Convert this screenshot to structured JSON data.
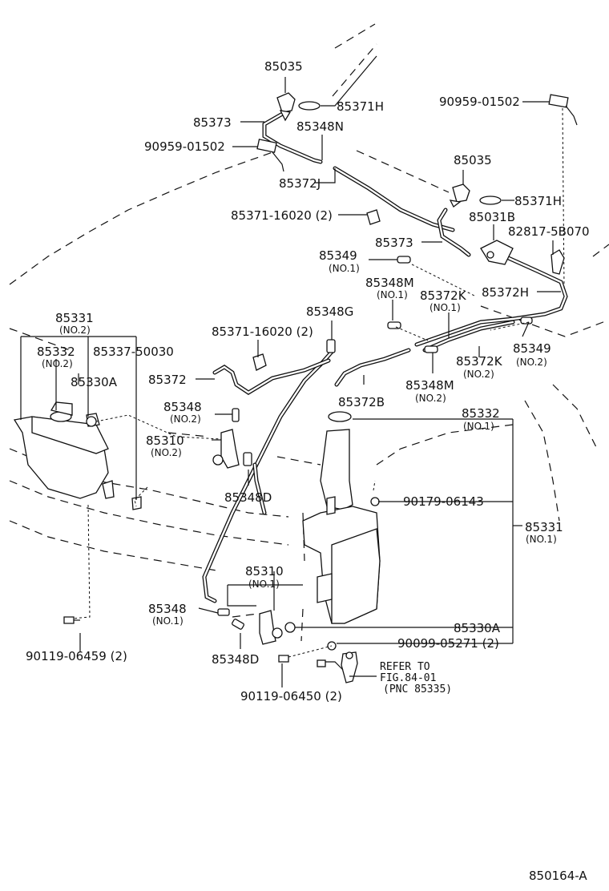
{
  "parts": [
    {
      "id": "p1",
      "number": "85035",
      "sub": ""
    },
    {
      "id": "p2",
      "number": "85371H",
      "sub": ""
    },
    {
      "id": "p3",
      "number": "85373",
      "sub": ""
    },
    {
      "id": "p4",
      "number": "85348N",
      "sub": ""
    },
    {
      "id": "p5",
      "number": "90959-01502",
      "sub": ""
    },
    {
      "id": "p6",
      "number": "90959-01502",
      "sub": ""
    },
    {
      "id": "p7",
      "number": "85372J",
      "sub": ""
    },
    {
      "id": "p8",
      "number": "85035",
      "sub": ""
    },
    {
      "id": "p9",
      "number": "85371H",
      "sub": ""
    },
    {
      "id": "p10",
      "number": "85371-16020 (2)",
      "sub": ""
    },
    {
      "id": "p11",
      "number": "85031B",
      "sub": ""
    },
    {
      "id": "p12",
      "number": "82817-5B070",
      "sub": ""
    },
    {
      "id": "p13",
      "number": "85373",
      "sub": ""
    },
    {
      "id": "p14",
      "number": "85349",
      "sub": "(NO.1)"
    },
    {
      "id": "p15",
      "number": "85348M",
      "sub": "(NO.1)"
    },
    {
      "id": "p16",
      "number": "85372K",
      "sub": "(NO.1)"
    },
    {
      "id": "p17",
      "number": "85372H",
      "sub": ""
    },
    {
      "id": "p18",
      "number": "85348G",
      "sub": ""
    },
    {
      "id": "p19",
      "number": "85371-16020 (2)",
      "sub": ""
    },
    {
      "id": "p20",
      "number": "85331",
      "sub": "(NO.2)"
    },
    {
      "id": "p21",
      "number": "85332",
      "sub": "(NO.2)"
    },
    {
      "id": "p22",
      "number": "85337-50030",
      "sub": ""
    },
    {
      "id": "p23",
      "number": "85330A",
      "sub": ""
    },
    {
      "id": "p24",
      "number": "85372",
      "sub": ""
    },
    {
      "id": "p25",
      "number": "85372K",
      "sub": "(NO.2)"
    },
    {
      "id": "p26",
      "number": "85349",
      "sub": "(NO.2)"
    },
    {
      "id": "p27",
      "number": "85348M",
      "sub": "(NO.2)"
    },
    {
      "id": "p28",
      "number": "85372B",
      "sub": ""
    },
    {
      "id": "p29",
      "number": "85348",
      "sub": "(NO.2)"
    },
    {
      "id": "p30",
      "number": "85332",
      "sub": "(NO.1)"
    },
    {
      "id": "p31",
      "number": "85310",
      "sub": "(NO.2)"
    },
    {
      "id": "p32",
      "number": "85348D",
      "sub": ""
    },
    {
      "id": "p33",
      "number": "90179-06143",
      "sub": ""
    },
    {
      "id": "p34",
      "number": "85331",
      "sub": "(NO.1)"
    },
    {
      "id": "p35",
      "number": "85310",
      "sub": "(NO.1)"
    },
    {
      "id": "p36",
      "number": "85348",
      "sub": "(NO.1)"
    },
    {
      "id": "p37",
      "number": "85330A",
      "sub": ""
    },
    {
      "id": "p38",
      "number": "90099-05271 (2)",
      "sub": ""
    },
    {
      "id": "p39",
      "number": "85348D",
      "sub": ""
    },
    {
      "id": "p40",
      "number": "90119-06459 (2)",
      "sub": ""
    },
    {
      "id": "p41",
      "number": "90119-06450 (2)",
      "sub": ""
    }
  ],
  "refer_note": {
    "line1": "REFER TO",
    "line2": "FIG.84-01",
    "line3": "(PNC 85335)"
  },
  "figure_id": "850164-A"
}
